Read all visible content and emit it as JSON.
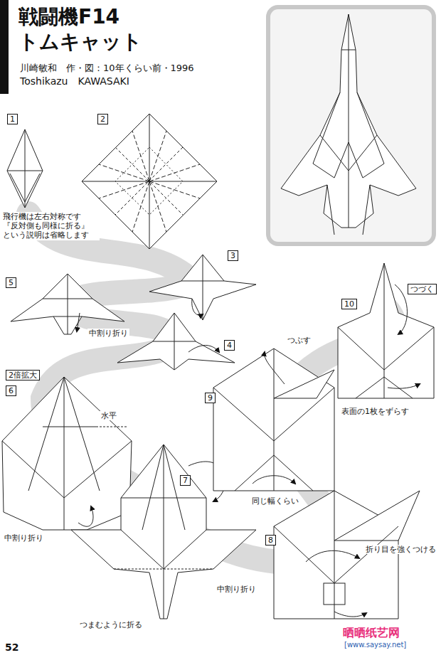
{
  "diagram": {
    "title": "戦闘機F14 トムキャット",
    "nodes": [
      {
        "text": [
          "1"
        ]
      },
      {
        "text": [
          "2"
        ]
      },
      {
        "text": [
          "3"
        ]
      },
      {
        "text": [
          "5"
        ]
      },
      {
        "text": [
          "4"
        ]
      },
      {
        "text": [
          "2倍拡大"
        ]
      },
      {
        "text": [
          "6"
        ]
      },
      {
        "text": [
          "7"
        ]
      },
      {
        "text": [
          "8"
        ]
      },
      {
        "text": [
          "9"
        ]
      },
      {
        "text": [
          "10"
        ]
      }
    ],
    "labels": [
      "川崎敏和　作・図：10年くらい前・1996",
      "Toshikazu　KAWASAKI",
      "飛行機は左右対称です 『反対側も同様に折る』 という説明は省略します",
      "中割り折り",
      "水平",
      "中割り折り",
      "中割り折り",
      "つまむように折る",
      "折り目を強くつける",
      "同じ幅くらい",
      "つぶす",
      "つづく",
      "表面の1枚をずらす",
      "52",
      "晒晒纸艺网",
      "[www.saysay.net]"
    ]
  }
}
